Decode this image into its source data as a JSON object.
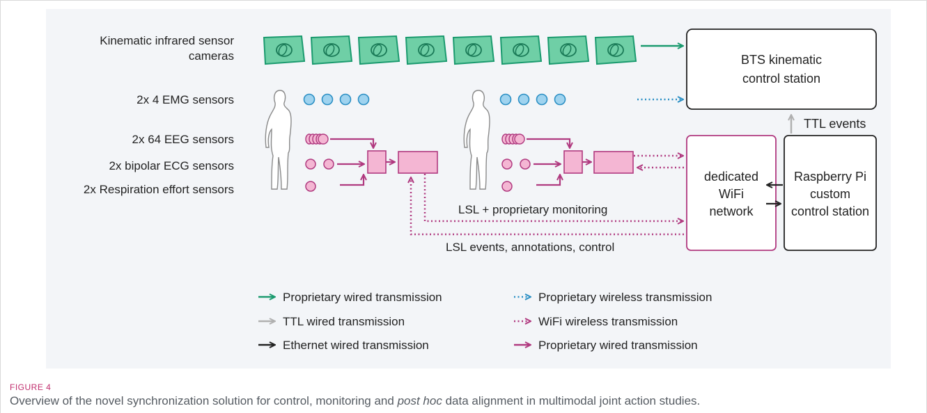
{
  "diagram": {
    "sensor_labels": {
      "cameras_line1": "Kinematic infrared sensor",
      "cameras_line2": "cameras",
      "emg": "2x 4 EMG sensors",
      "eeg": "2x 64 EEG sensors",
      "ecg": "2x bipolar ECG sensors",
      "resp": "2x Respiration effort sensors"
    },
    "boxes": {
      "bts_line1": "BTS kinematic",
      "bts_line2": "control station",
      "wifi_line1": "dedicated",
      "wifi_line2": "WiFi",
      "wifi_line3": "network",
      "rpi_line1": "Raspberry Pi",
      "rpi_line2": "custom",
      "rpi_line3": "control station"
    },
    "flow_labels": {
      "ttl_events": "TTL events",
      "lsl_monitoring": "LSL + proprietary monitoring",
      "lsl_events": "LSL events, annotations, control"
    },
    "legend": [
      {
        "label": "Proprietary wired transmission",
        "color": "#1a9a6e",
        "style": "solid"
      },
      {
        "label": "TTL wired transmission",
        "color": "#b0b0b0",
        "style": "solid"
      },
      {
        "label": "Ethernet wired transmission",
        "color": "#222222",
        "style": "solid"
      },
      {
        "label": "Proprietary wireless transmission",
        "color": "#2b8fc4",
        "style": "dotted"
      },
      {
        "label": "WiFi wireless transmission",
        "color": "#b0397f",
        "style": "dotted"
      },
      {
        "label": "Proprietary wired transmission",
        "color": "#b0397f",
        "style": "solid"
      }
    ],
    "colors": {
      "camera_fill": "#6fcfa6",
      "camera_stroke": "#1a9a6e",
      "emg_fill": "#9fd3ef",
      "emg_stroke": "#2b8fc4",
      "eeg_fill": "#f4b6d3",
      "eeg_stroke": "#b0397f",
      "wifi_box_stroke": "#b0397f"
    }
  },
  "caption": {
    "label": "FIGURE 4",
    "text_before": "Overview of the novel synchronization solution for control, monitoring and ",
    "text_italic": "post hoc",
    "text_after": " data alignment in multimodal joint action studies."
  }
}
